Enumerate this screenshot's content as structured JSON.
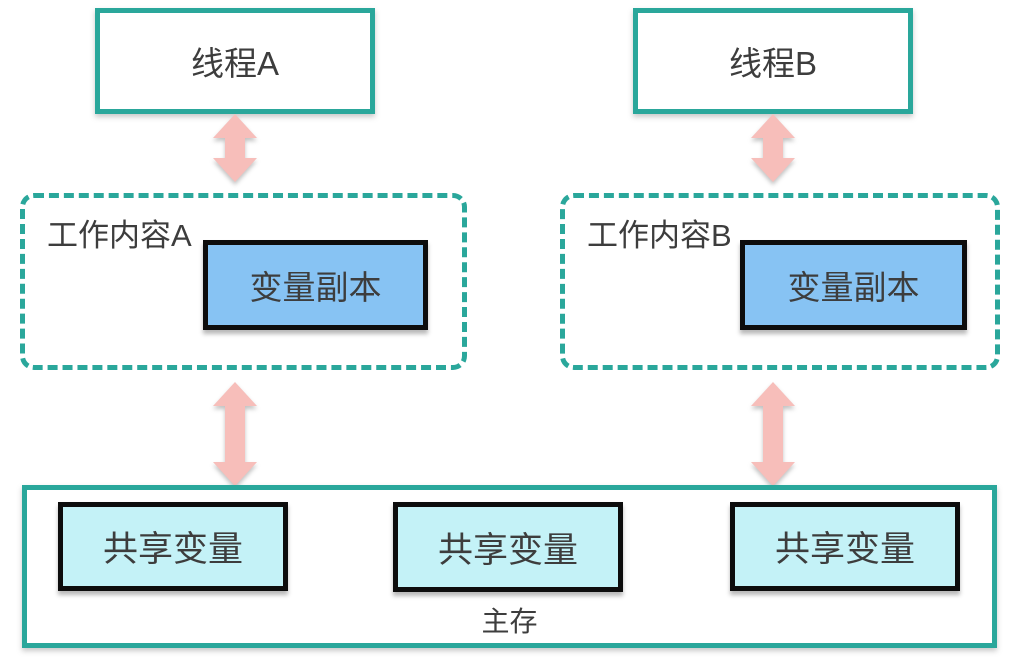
{
  "diagram": {
    "title_semantic": "thread-working-memory-main-memory-diagram",
    "threads": [
      {
        "label": "线程A"
      },
      {
        "label": "线程B"
      }
    ],
    "working_memories": [
      {
        "label": "工作内容A",
        "variable_copy_label": "变量副本"
      },
      {
        "label": "工作内容B",
        "variable_copy_label": "变量副本"
      }
    ],
    "main_memory": {
      "label": "主存",
      "shared_variables": [
        "共享变量",
        "共享变量",
        "共享变量"
      ]
    },
    "arrows": {
      "type": "bidirectional-vertical",
      "count": 4
    },
    "colors": {
      "teal_border": "#2aa79b",
      "arrow_pink": "#f7beba",
      "copy_fill": "#87c3f3",
      "shared_fill": "#c4f2f7",
      "box_border_black": "#0d0d0d",
      "text": "#3d3d3d"
    }
  }
}
